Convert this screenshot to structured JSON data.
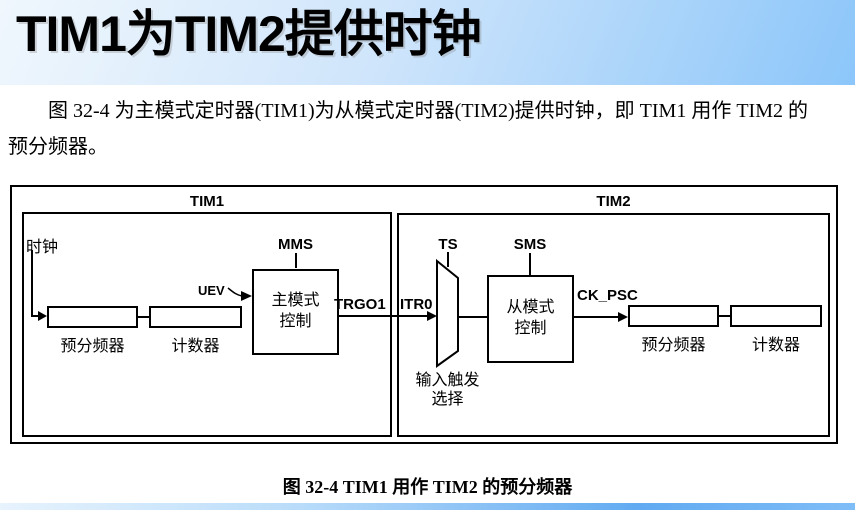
{
  "page": {
    "title": "TIM1为TIM2提供时钟",
    "paragraph": "图 32-4 为主模式定时器(TIM1)为从模式定时器(TIM2)提供时钟，即 TIM1 用作 TIM2 的预分频器。",
    "caption": "图 32-4 TIM1 用作 TIM2 的预分频器"
  },
  "diagram": {
    "tim1": {
      "title": "TIM1",
      "clock_label": "时钟",
      "prescaler_label": "预分频器",
      "counter_label": "计数器",
      "uev_label": "UEV",
      "mms_label": "MMS",
      "master_ctrl_line1": "主模式",
      "master_ctrl_line2": "控制",
      "trgo1_label": "TRGO1"
    },
    "tim2": {
      "title": "TIM2",
      "itr0_label": "ITR0",
      "ts_label": "TS",
      "sms_label": "SMS",
      "mux_label_line1": "输入触发",
      "mux_label_line2": "选择",
      "slave_ctrl_line1": "从模式",
      "slave_ctrl_line2": "控制",
      "ck_psc_label": "CK_PSC",
      "prescaler_label": "预分频器",
      "counter_label": "计数器"
    }
  },
  "colors": {
    "header_gradient_start": "#f0f7fd",
    "header_gradient_end": "#8cc6fa",
    "footer_gradient_start": "#e7f3fd",
    "footer_gradient_end": "#7fbdf7",
    "line": "#000000"
  }
}
